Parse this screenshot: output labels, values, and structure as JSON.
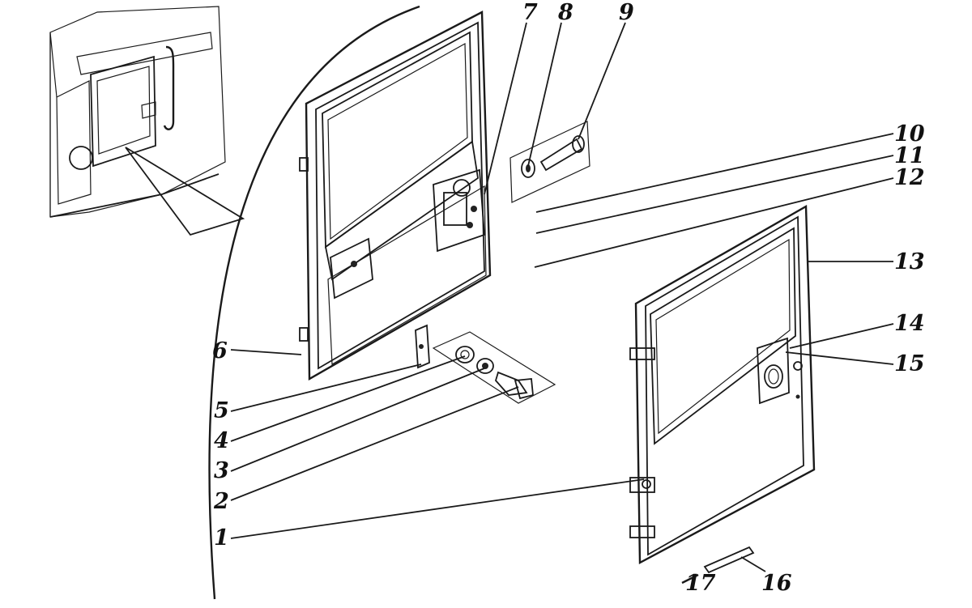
{
  "callouts": {
    "c1": "1",
    "c2": "2",
    "c3": "3",
    "c4": "4",
    "c5": "5",
    "c6": "6",
    "c7": "7",
    "c8": "8",
    "c9": "9",
    "c10": "10",
    "c11": "11",
    "c12": "12",
    "c13": "13",
    "c14": "14",
    "c15": "15",
    "c16": "16",
    "c17": "17"
  },
  "colors": {
    "ink": "#1a1a1a",
    "paper": "#ffffff",
    "shade": "#9a9a9a"
  }
}
